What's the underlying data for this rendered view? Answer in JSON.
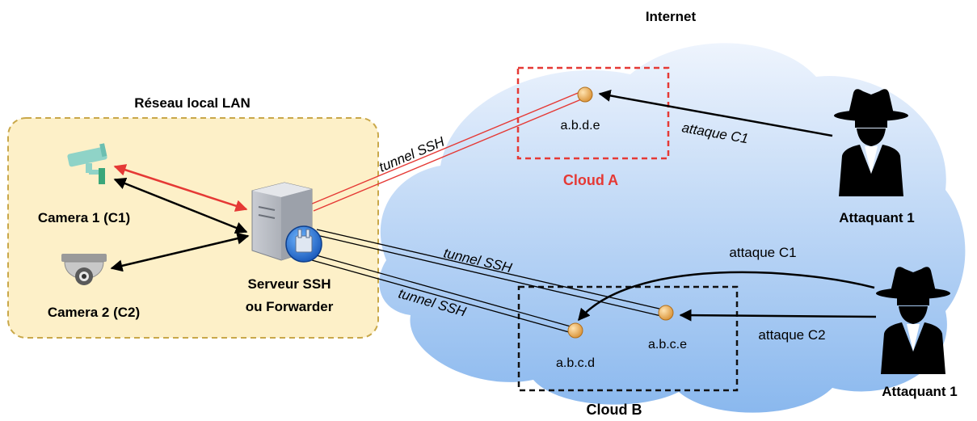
{
  "labels": {
    "internet": "Internet",
    "lan": "Réseau local LAN",
    "camera1": "Camera 1 (C1)",
    "camera2": "Camera 2 (C2)",
    "server_line1": "Serveur SSH",
    "server_line2": "ou Forwarder",
    "cloud_a": "Cloud A",
    "cloud_b": "Cloud B",
    "tunnel_a": "tunnel SSH",
    "tunnel_b1": "tunnel SSH",
    "tunnel_b2": "tunnel SSH",
    "node_abde": "a.b.d.e",
    "node_abcd": "a.b.c.d",
    "node_abce": "a.b.c.e",
    "attack_c1_top": "attaque C1",
    "attack_c1_bottom": "attaque C1",
    "attack_c2": "attaque C2",
    "attacker_top": "Attaquant 1",
    "attacker_bottom": "Attaquant 1"
  },
  "colors": {
    "lan_fill": "#fdf0c8",
    "lan_border": "#c9a84a",
    "cloud_a_border": "#e53935",
    "cloud_b_border": "#111111",
    "red_arrow": "#e53935",
    "tunnel_red": "#e53935"
  },
  "icons": {
    "camera1": "security-camera-icon",
    "camera2": "dome-camera-icon",
    "server": "server-icon",
    "attacker": "spy-icon",
    "node": "endpoint-node-icon"
  }
}
